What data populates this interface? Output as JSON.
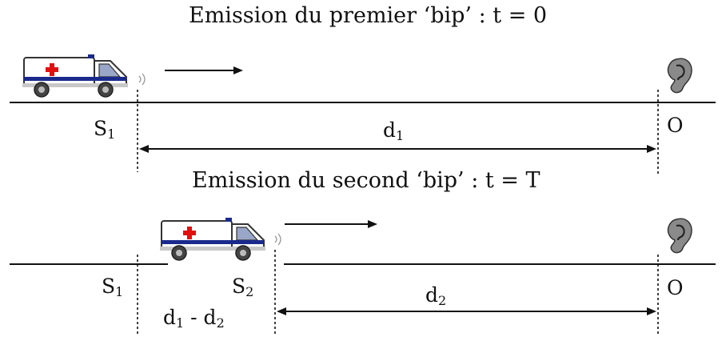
{
  "scene1": {
    "title": "Emission du premier ‘bip’ : t = 0",
    "source_label": {
      "main": "S",
      "sub": "1"
    },
    "observer_label": "O",
    "distance_label": {
      "main": "d",
      "sub": "1"
    }
  },
  "scene2": {
    "title": "Emission du second ‘bip’ : t = T",
    "first_source_label": {
      "main": "S",
      "sub": "1"
    },
    "second_source_label": {
      "main": "S",
      "sub": "2"
    },
    "observer_label": "O",
    "distance_label": {
      "main": "d",
      "sub": "2"
    },
    "difference_label": {
      "a_main": "d",
      "a_sub": "1",
      "sep": " - ",
      "b_main": "d",
      "b_sub": "2"
    }
  },
  "icons": [
    "ambulance-icon",
    "ear-icon",
    "motion-arrow-icon"
  ],
  "colors": {
    "line": "#111111",
    "ambulance_body": "#ffffff",
    "ambulance_stripe": "#1a2a8c",
    "cross": "#e01010",
    "ear": "#7a7a7a"
  }
}
